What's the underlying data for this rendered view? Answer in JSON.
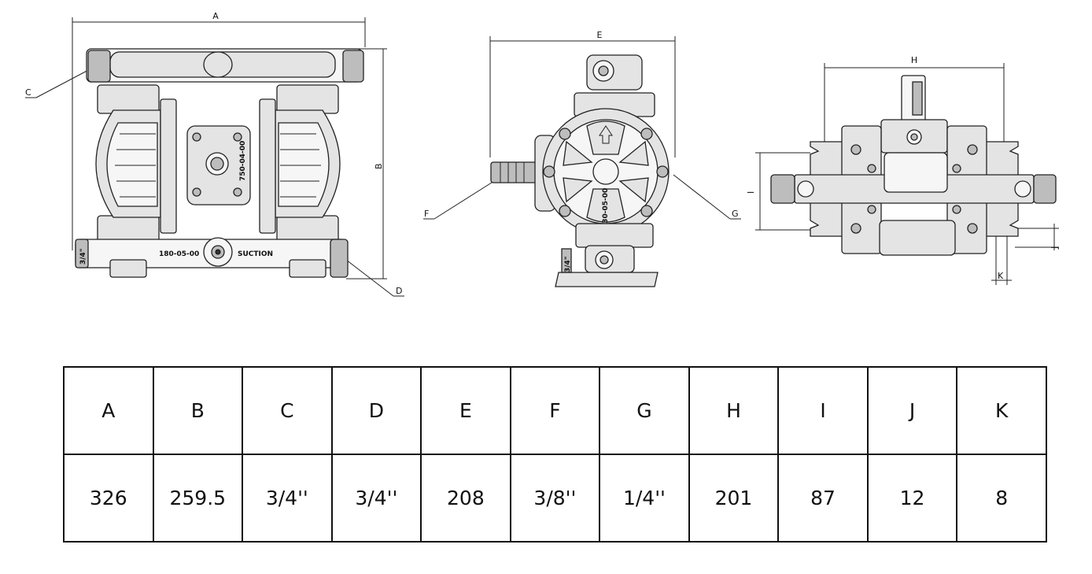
{
  "drawings": {
    "front": {
      "labels": {
        "A": "A",
        "B": "B",
        "C": "C",
        "D": "D"
      },
      "stamp": "180-05-00",
      "word": "SUCTION",
      "port": "3/4\"",
      "center": "750-04-00"
    },
    "side": {
      "labels": {
        "E": "E",
        "F": "F",
        "G": "G"
      },
      "stamp": "230-05-00",
      "port": "3/4\""
    },
    "top": {
      "labels": {
        "H": "H",
        "I": "I",
        "J": "J",
        "K": "K"
      }
    }
  },
  "table": {
    "headers": [
      "A",
      "B",
      "C",
      "D",
      "E",
      "F",
      "G",
      "H",
      "I",
      "J",
      "K"
    ],
    "values": [
      "326",
      "259.5",
      "3/4''",
      "3/4''",
      "208",
      "3/8''",
      "1/4''",
      "201",
      "87",
      "12",
      "8"
    ]
  }
}
